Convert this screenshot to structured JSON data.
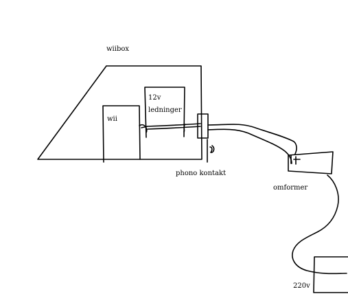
{
  "labels": {
    "wiibox": "wiibox",
    "volt_12": "12v",
    "wires": "ledninger",
    "wii": "wii",
    "phono": "phono kontakt",
    "converter": "omformer",
    "mains": "220v"
  },
  "colors": {
    "background": "#ffffff",
    "ink": "#000000"
  }
}
